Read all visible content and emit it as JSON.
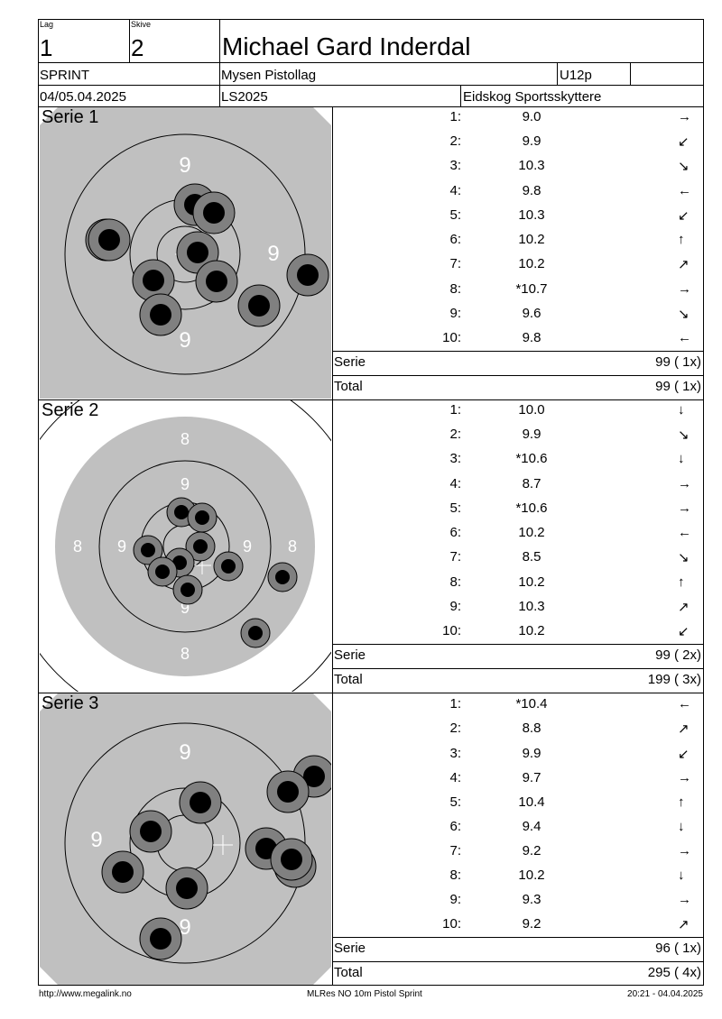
{
  "header": {
    "lag_label": "Lag",
    "lag_value": "1",
    "skive_label": "Skive",
    "skive_value": "2",
    "shooter_name": "Michael Gard Inderdal",
    "event": "SPRINT",
    "club": "Mysen Pistollag",
    "class": "U12p",
    "date": "04/05.04.2025",
    "competition": "LS2025",
    "organizer": "Eidskog Sportsskyttere"
  },
  "series": [
    {
      "title": "Serie 1",
      "ring_labels": [
        "9",
        "9",
        "9"
      ],
      "shots": [
        {
          "no": "1:",
          "value": "9.0",
          "dir": "→"
        },
        {
          "no": "2:",
          "value": "9.9",
          "dir": "↙"
        },
        {
          "no": "3:",
          "value": "10.3",
          "dir": "↘"
        },
        {
          "no": "4:",
          "value": "9.8",
          "dir": "←"
        },
        {
          "no": "5:",
          "value": "10.3",
          "dir": "↙"
        },
        {
          "no": "6:",
          "value": "10.2",
          "dir": "↑"
        },
        {
          "no": "7:",
          "value": "10.2",
          "dir": "↗"
        },
        {
          "no": "8:",
          "value": "*10.7",
          "dir": "→"
        },
        {
          "no": "9:",
          "value": "9.6",
          "dir": "↘"
        },
        {
          "no": "10:",
          "value": "9.8",
          "dir": "←"
        }
      ],
      "serie_label": "Serie",
      "serie_value": "99 ( 1x)",
      "total_label": "Total",
      "total_value": "99 ( 1x)"
    },
    {
      "title": "Serie 2",
      "ring_labels": [
        "8",
        "9",
        "8",
        "9",
        "9",
        "8",
        "9",
        "8"
      ],
      "shots": [
        {
          "no": "1:",
          "value": "10.0",
          "dir": "↓"
        },
        {
          "no": "2:",
          "value": "9.9",
          "dir": "↘"
        },
        {
          "no": "3:",
          "value": "*10.6",
          "dir": "↓"
        },
        {
          "no": "4:",
          "value": "8.7",
          "dir": "→"
        },
        {
          "no": "5:",
          "value": "*10.6",
          "dir": "→"
        },
        {
          "no": "6:",
          "value": "10.2",
          "dir": "←"
        },
        {
          "no": "7:",
          "value": "8.5",
          "dir": "↘"
        },
        {
          "no": "8:",
          "value": "10.2",
          "dir": "↑"
        },
        {
          "no": "9:",
          "value": "10.3",
          "dir": "↗"
        },
        {
          "no": "10:",
          "value": "10.2",
          "dir": "↙"
        }
      ],
      "serie_label": "Serie",
      "serie_value": "99 ( 2x)",
      "total_label": "Total",
      "total_value": "199 ( 3x)"
    },
    {
      "title": "Serie 3",
      "ring_labels": [
        "9",
        "9",
        "9"
      ],
      "shots": [
        {
          "no": "1:",
          "value": "*10.4",
          "dir": "←"
        },
        {
          "no": "2:",
          "value": "8.8",
          "dir": "↗"
        },
        {
          "no": "3:",
          "value": "9.9",
          "dir": "↙"
        },
        {
          "no": "4:",
          "value": "9.7",
          "dir": "→"
        },
        {
          "no": "5:",
          "value": "10.4",
          "dir": "↑"
        },
        {
          "no": "6:",
          "value": "9.4",
          "dir": "↓"
        },
        {
          "no": "7:",
          "value": "9.2",
          "dir": "→"
        },
        {
          "no": "8:",
          "value": "10.2",
          "dir": "↓"
        },
        {
          "no": "9:",
          "value": "9.3",
          "dir": "→"
        },
        {
          "no": "10:",
          "value": "9.2",
          "dir": "↗"
        }
      ],
      "serie_label": "Serie",
      "serie_value": "96 ( 1x)",
      "total_label": "Total",
      "total_value": "295 ( 4x)"
    }
  ],
  "footer": {
    "url": "http://www.megalink.no",
    "program": "MLRes NO  10m Pistol Sprint",
    "timestamp": "20:21 - 04.04.2025"
  },
  "colors": {
    "target_grey": "#c0c0c0",
    "shot_ring": "#808080",
    "shot_core": "#000000"
  }
}
